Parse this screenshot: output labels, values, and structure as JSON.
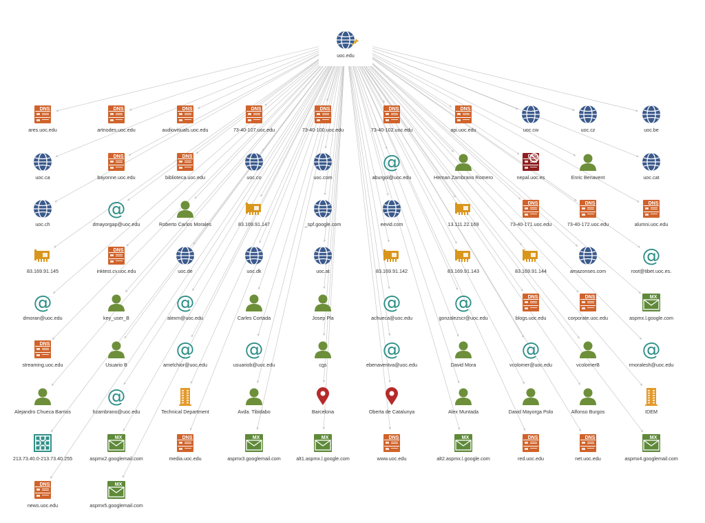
{
  "graph": {
    "root": {
      "label": "uoc.edu",
      "type": "domain",
      "pinned": true
    },
    "rows": [
      [
        {
          "label": "ares.uoc.edu",
          "type": "dns"
        },
        {
          "label": "artnodes.uoc.edu",
          "type": "dns"
        },
        {
          "label": "audiovisuals.uoc.edu",
          "type": "dns"
        },
        {
          "label": "73-40-107.uoc.edu",
          "type": "dns"
        },
        {
          "label": "73-40-100.uoc.edu",
          "type": "dns"
        },
        {
          "label": "73-40-102.uoc.edu",
          "type": "dns"
        },
        {
          "label": "api.uoc.edu",
          "type": "dns"
        },
        {
          "label": "uoc.cw",
          "type": "domain"
        },
        {
          "label": "uoc.cz",
          "type": "domain"
        },
        {
          "label": "uoc.be",
          "type": "domain"
        }
      ],
      [
        {
          "label": "uoc.ca",
          "type": "domain"
        },
        {
          "label": "bayonne.uoc.edu",
          "type": "dns"
        },
        {
          "label": "biblioteca.uoc.edu",
          "type": "dns"
        },
        {
          "label": "uoc.co",
          "type": "domain"
        },
        {
          "label": "uoc.com",
          "type": "domain"
        },
        {
          "label": "aburgol@uoc.edu",
          "type": "email"
        },
        {
          "label": "Hernan Zambrano Romero",
          "type": "person"
        },
        {
          "label": "nepal.uoc.es",
          "type": "dns-red"
        },
        {
          "label": "Enric Benavent",
          "type": "person"
        },
        {
          "label": "uoc.cat",
          "type": "domain"
        }
      ],
      [
        {
          "label": "uoc.ch",
          "type": "domain"
        },
        {
          "label": "dmayorgap@uoc.edu",
          "type": "email"
        },
        {
          "label": "Roberto Carlos Morales",
          "type": "person"
        },
        {
          "label": "83.169.91.147",
          "type": "ip"
        },
        {
          "label": "_spf.google.com",
          "type": "domain"
        },
        {
          "label": "eevid.com",
          "type": "domain"
        },
        {
          "label": "13.111.22.169",
          "type": "ip"
        },
        {
          "label": "73-40-171.uoc.edu",
          "type": "dns"
        },
        {
          "label": "73-40-172.uoc.edu",
          "type": "dns"
        },
        {
          "label": "alumni.uoc.edu",
          "type": "dns"
        }
      ],
      [
        {
          "label": "83.169.91.145",
          "type": "ip"
        },
        {
          "label": "inktest.cv.uoc.edu",
          "type": "dns"
        },
        {
          "label": "uoc.de",
          "type": "domain"
        },
        {
          "label": "uoc.dk",
          "type": "domain"
        },
        {
          "label": "uoc.at",
          "type": "domain"
        },
        {
          "label": "83.169.91.142",
          "type": "ip"
        },
        {
          "label": "83.169.91.143",
          "type": "ip"
        },
        {
          "label": "83.169.91.144",
          "type": "ip"
        },
        {
          "label": "amazonses.com",
          "type": "domain"
        },
        {
          "label": "root@tibet.uoc.es.",
          "type": "email"
        }
      ],
      [
        {
          "label": "dmoran@uoc.edu",
          "type": "email"
        },
        {
          "label": "key_user_B",
          "type": "person"
        },
        {
          "label": "alexm@uoc.edu",
          "type": "email"
        },
        {
          "label": "Carles Cortada",
          "type": "person"
        },
        {
          "label": "Josep Pla",
          "type": "person"
        },
        {
          "label": "achueca@uoc.edu",
          "type": "email"
        },
        {
          "label": "gonzalezscr@uoc.edu",
          "type": "email"
        },
        {
          "label": "blogs.uoc.edu",
          "type": "dns"
        },
        {
          "label": "corporate.uoc.edu",
          "type": "dns"
        },
        {
          "label": "aspmx.l.google.com",
          "type": "mx"
        }
      ],
      [
        {
          "label": "streaming.uoc.edu",
          "type": "dns"
        },
        {
          "label": "Usuario B",
          "type": "person"
        },
        {
          "label": "amelchior@uoc.edu",
          "type": "email"
        },
        {
          "label": "usuariob@uoc.edu",
          "type": "email"
        },
        {
          "label": "cgs",
          "type": "person"
        },
        {
          "label": "ebenaventva@uoc.edu",
          "type": "email"
        },
        {
          "label": "David Mora",
          "type": "person"
        },
        {
          "label": "vcolomer@uoc.edu",
          "type": "email"
        },
        {
          "label": "vcolomerB",
          "type": "person"
        },
        {
          "label": "rmoralesh@uoc.edu",
          "type": "email"
        }
      ],
      [
        {
          "label": "Alejandro Chueca Barrios",
          "type": "person"
        },
        {
          "label": "hzambrano@uoc.edu",
          "type": "email"
        },
        {
          "label": "Technical Department",
          "type": "building"
        },
        {
          "label": "Avda. Tibidabo",
          "type": "person"
        },
        {
          "label": "Barcelona",
          "type": "location"
        },
        {
          "label": "Oberta de Catalunya",
          "type": "location"
        },
        {
          "label": "Alex Muntada",
          "type": "person"
        },
        {
          "label": "David Mayorga Polo",
          "type": "person"
        },
        {
          "label": "Alfonso Burgos",
          "type": "person"
        },
        {
          "label": "IDEM",
          "type": "building"
        }
      ],
      [
        {
          "label": "213.73.40.0-213.73.40.255",
          "type": "netblock"
        },
        {
          "label": "aspmx2.googlemail.com",
          "type": "mx"
        },
        {
          "label": "media.uoc.edu",
          "type": "dns"
        },
        {
          "label": "aspmx3.googlemail.com",
          "type": "mx"
        },
        {
          "label": "alt1.aspmx.l.google.com",
          "type": "mx"
        },
        {
          "label": "www.uoc.edu",
          "type": "dns"
        },
        {
          "label": "alt2.aspmx.l.google.com",
          "type": "mx"
        },
        {
          "label": "red.uoc.edu",
          "type": "dns"
        },
        {
          "label": "net.uoc.edu",
          "type": "dns"
        },
        {
          "label": "aspmx4.googlemail.com",
          "type": "mx"
        }
      ],
      [
        {
          "label": "news.uoc.edu",
          "type": "dns"
        },
        {
          "label": "aspmx5.googlemail.com",
          "type": "mx"
        }
      ]
    ]
  },
  "icon_text": {
    "dns": "DNS",
    "mx": "MX",
    "email": "@"
  },
  "colors": {
    "dns": "#d0632b",
    "domain": "#3b5a8c",
    "email": "#2f8f88",
    "person": "#6d8f3a",
    "ip": "#d9961c",
    "mx": "#5f8a3a",
    "location": "#b52a2a",
    "building": "#e49a2b",
    "netblock": "#2f8f88",
    "dns-red": "#8f1e1e",
    "edge": "#c8c8c8",
    "label": "#333333"
  }
}
